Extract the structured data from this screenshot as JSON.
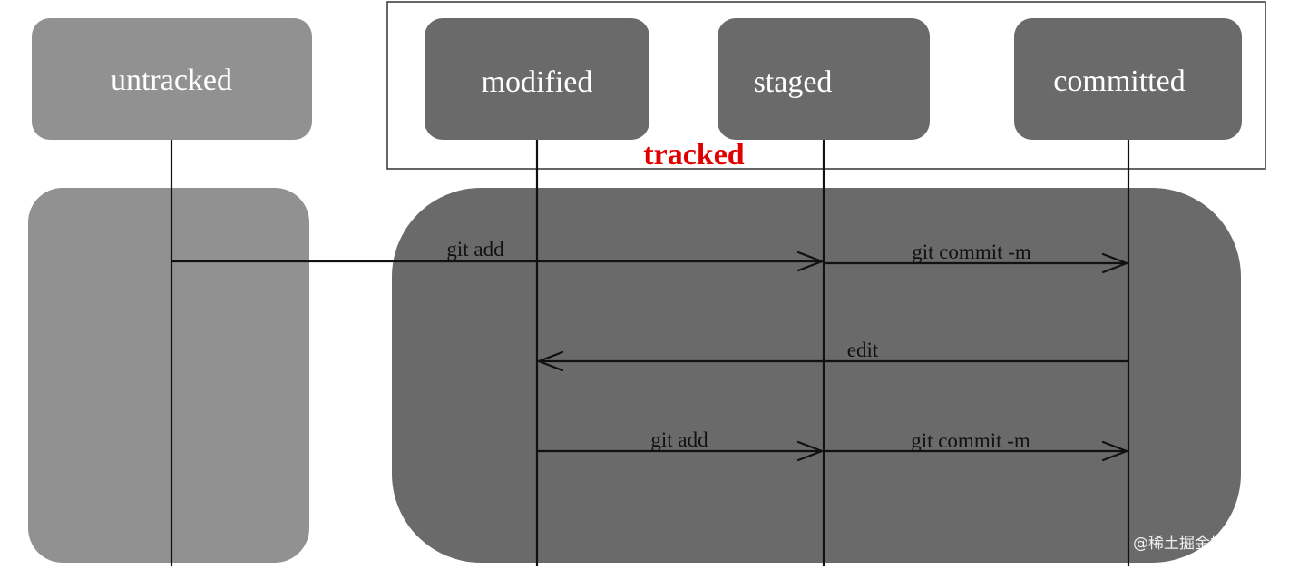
{
  "diagram": {
    "group_label": "tracked",
    "states": {
      "untracked": "untracked",
      "modified": "modified",
      "staged": "staged",
      "committed": "committed"
    },
    "transitions": {
      "untracked_to_staged": "git add",
      "staged_to_committed_1": "git commit -m",
      "committed_to_modified": "edit",
      "modified_to_staged": "git add",
      "staged_to_committed_2": "git commit -m"
    },
    "colors": {
      "untracked_fill": "#919191",
      "tracked_fill": "#6a6a6a",
      "tracked_label": "#e00000",
      "line": "#111111"
    }
  },
  "watermark": "@稀土掘金技术社区"
}
